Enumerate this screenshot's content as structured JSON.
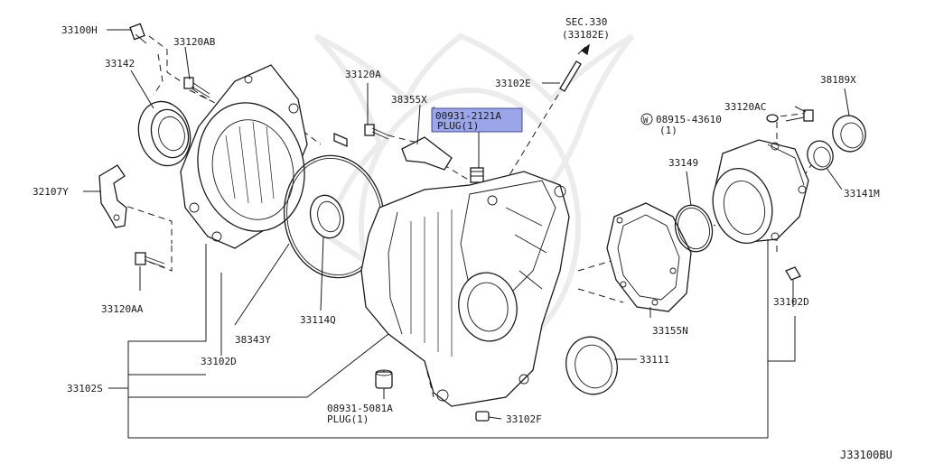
{
  "diagram_id": "J33100BU",
  "section_ref": {
    "line1": "SEC.330",
    "line2": "(33182E)"
  },
  "highlighted_part": {
    "number": "00931-2121A",
    "note": "PLUG(1)"
  },
  "labels": [
    {
      "id": "33100H",
      "text": "33100H"
    },
    {
      "id": "33120AB",
      "text": "33120AB"
    },
    {
      "id": "33142",
      "text": "33142"
    },
    {
      "id": "33120A",
      "text": "33120A"
    },
    {
      "id": "38355X",
      "text": "38355X"
    },
    {
      "id": "33102E",
      "text": "33102E"
    },
    {
      "id": "38189X",
      "text": "38189X"
    },
    {
      "id": "33120AC",
      "text": "33120AC"
    },
    {
      "id": "08915-43610",
      "text": "08915-43610"
    },
    {
      "id": "33141M",
      "text": "33141M"
    },
    {
      "id": "33149",
      "text": "33149"
    },
    {
      "id": "32107Y",
      "text": "32107Y"
    },
    {
      "id": "33120AA",
      "text": "33120AA"
    },
    {
      "id": "38343Y",
      "text": "38343Y"
    },
    {
      "id": "33114Q",
      "text": "33114Q"
    },
    {
      "id": "33102D-left",
      "text": "33102D"
    },
    {
      "id": "33102S",
      "text": "33102S"
    },
    {
      "id": "33155N",
      "text": "33155N"
    },
    {
      "id": "33102D-right",
      "text": "33102D"
    },
    {
      "id": "33111",
      "text": "33111"
    },
    {
      "id": "08931-5081A",
      "text": "08931-5081A"
    },
    {
      "id": "33102F",
      "text": "33102F"
    }
  ],
  "notes": {
    "qty_1": "(1)",
    "plug_1": "PLUG(1)",
    "washer_symbol": "W"
  }
}
